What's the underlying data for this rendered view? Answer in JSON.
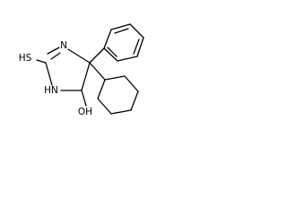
{
  "atom_labels": {
    "thiol": "HS",
    "upper_nitrogen": "N",
    "lower_nitrogen": "HN",
    "hydroxyl": "OH"
  }
}
